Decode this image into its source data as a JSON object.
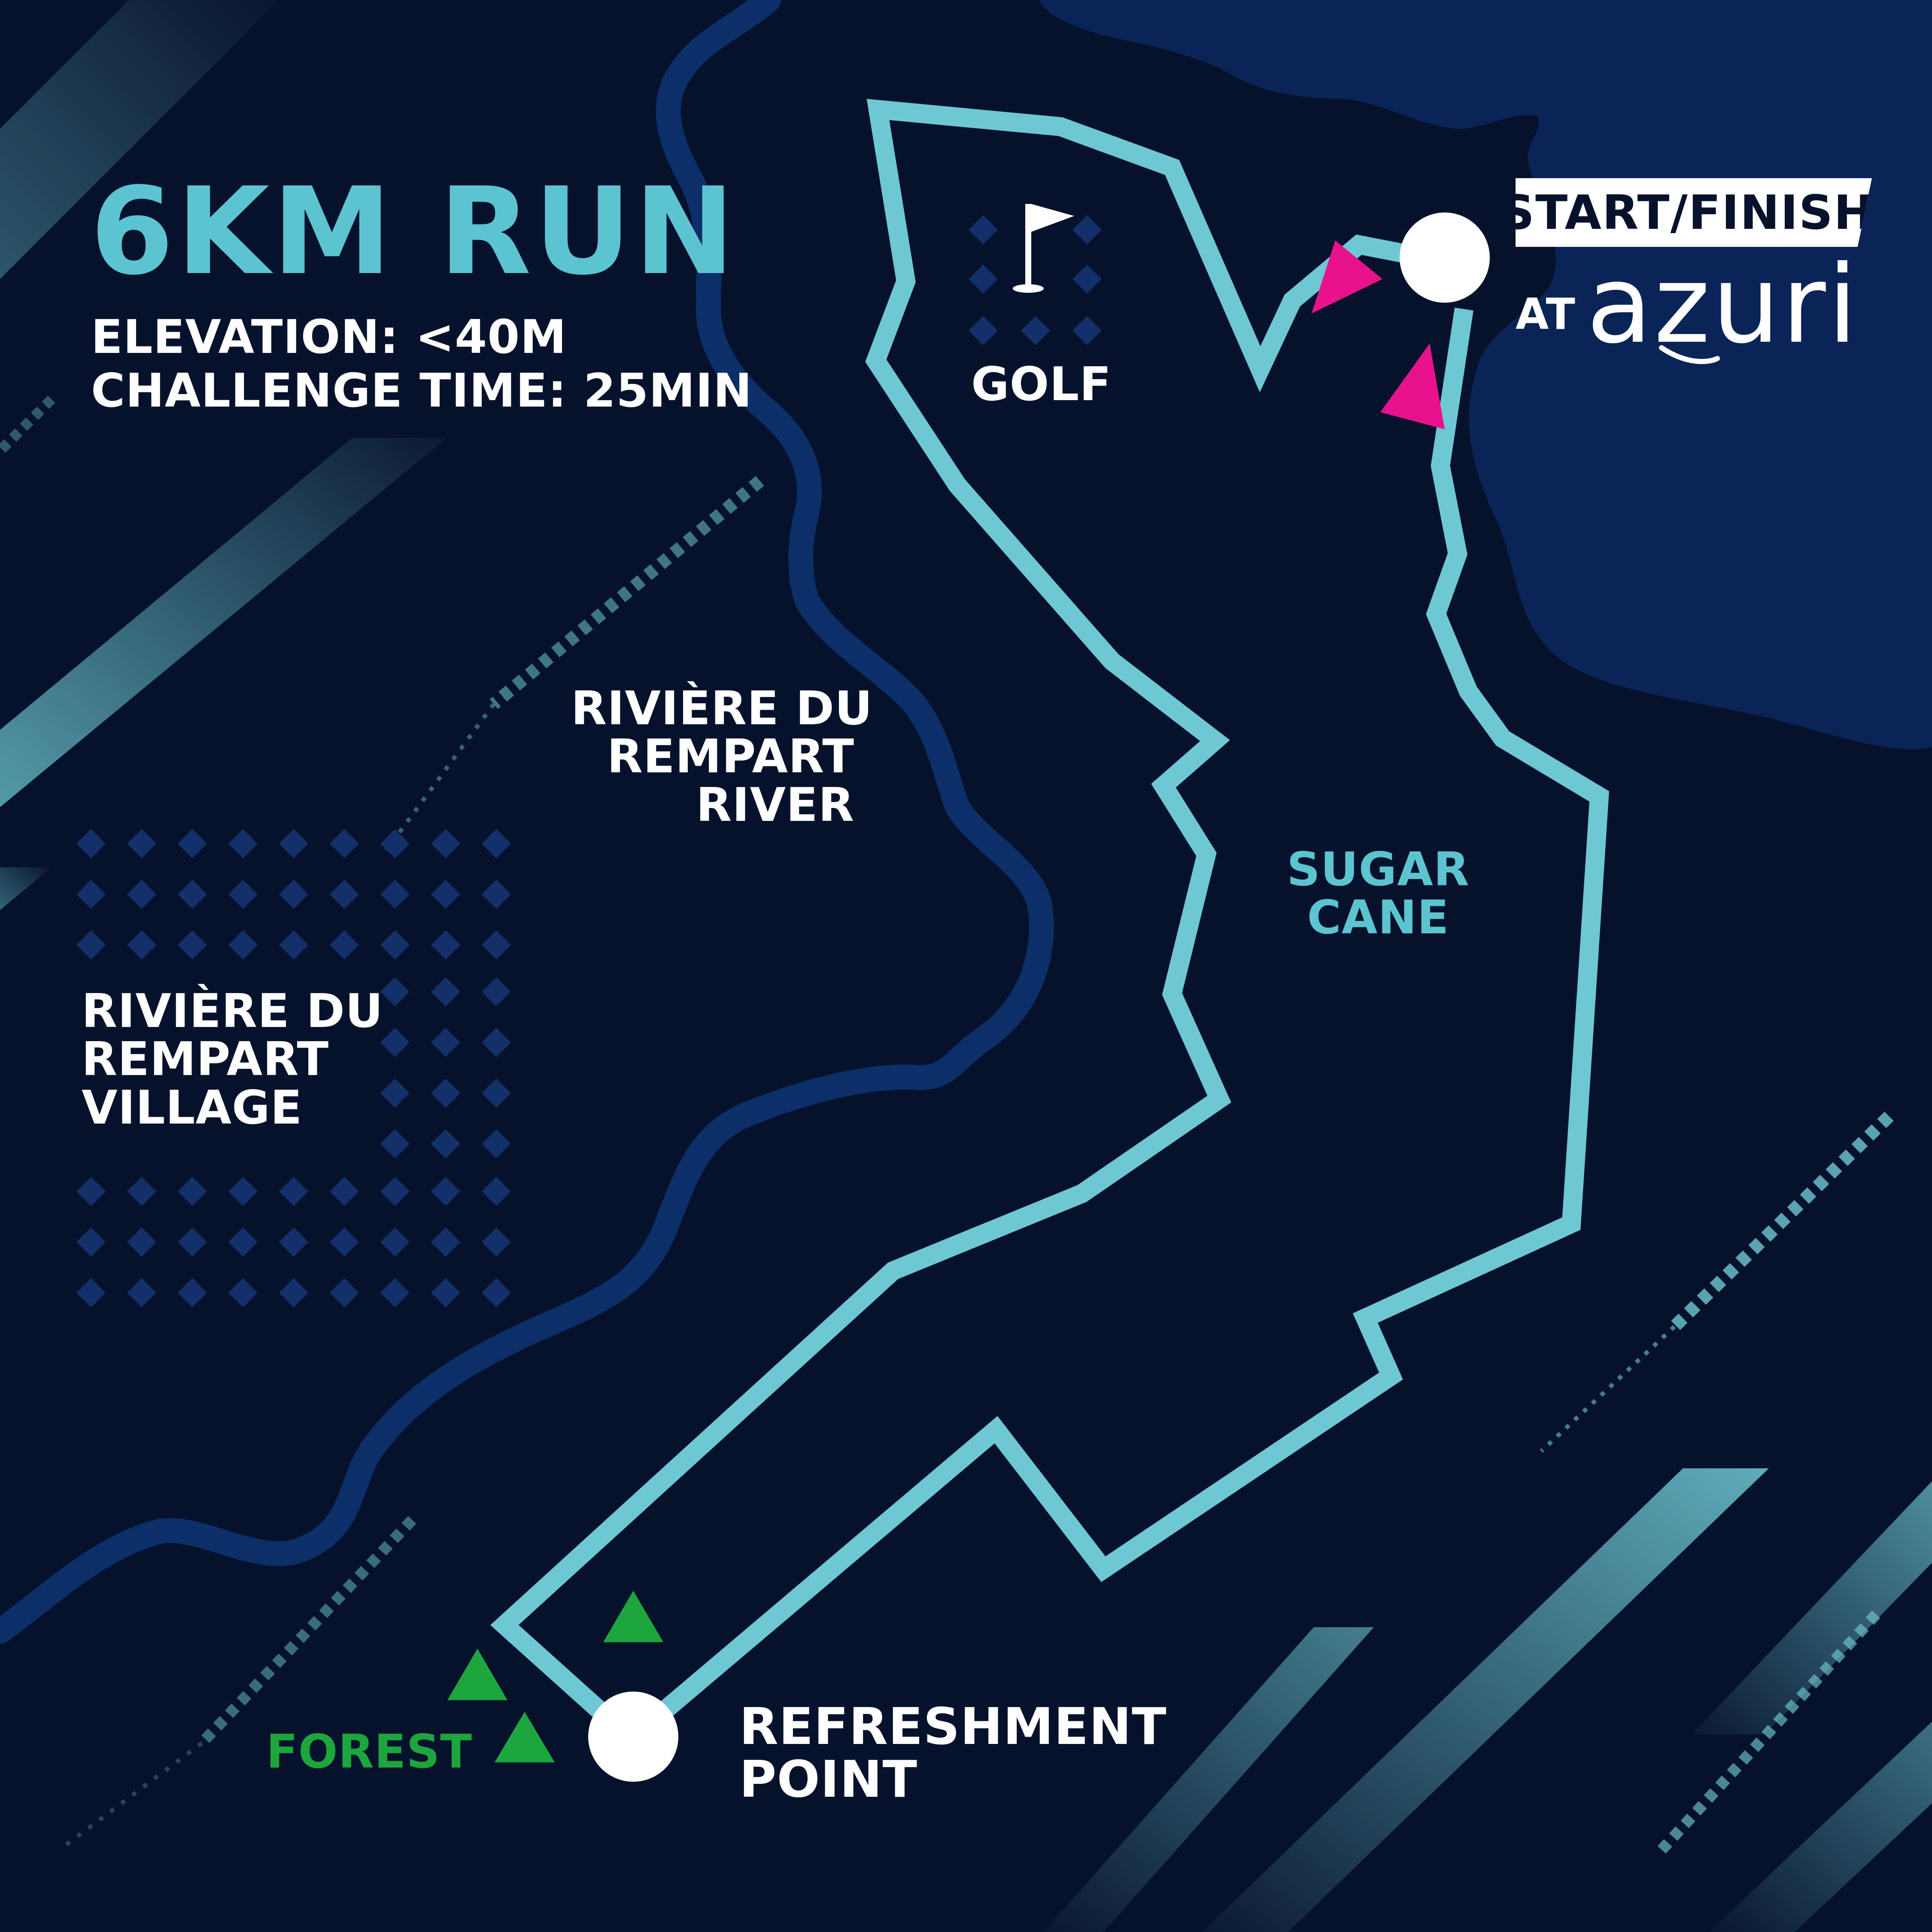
{
  "title": "6KM RUN",
  "elevation": "ELEVATION: <40M",
  "challenge_time": "CHALLENGE TIME: 25MIN",
  "start_finish": "START/FINISH",
  "at": "AT",
  "brand": "azuri",
  "places": {
    "golf": "GOLF",
    "river_line1": "RIVIÈRE DU",
    "river_line2": "REMPART",
    "river_line3": "RIVER",
    "village_line1": "RIVIÈRE DU",
    "village_line2": "REMPART",
    "village_line3": "VILLAGE",
    "sugar_line1": "SUGAR",
    "sugar_line2": "CANE",
    "forest": "FOREST",
    "refresh_line1": "REFRESHMENT",
    "refresh_line2": "POINT"
  },
  "colors": {
    "background": "#06112b",
    "sea": "#0b2457",
    "river": "#0d2f69",
    "route": "#6ec8d4",
    "accent_teal": "#5cc4d0",
    "arrow": "#e8128c",
    "forest": "#1ea63e",
    "diamond": "#14306a",
    "waypoint": "#ffffff"
  },
  "icons": [
    "golf-flag-icon",
    "forest-tree-icon",
    "direction-arrow-icon",
    "waypoint-marker-icon"
  ]
}
